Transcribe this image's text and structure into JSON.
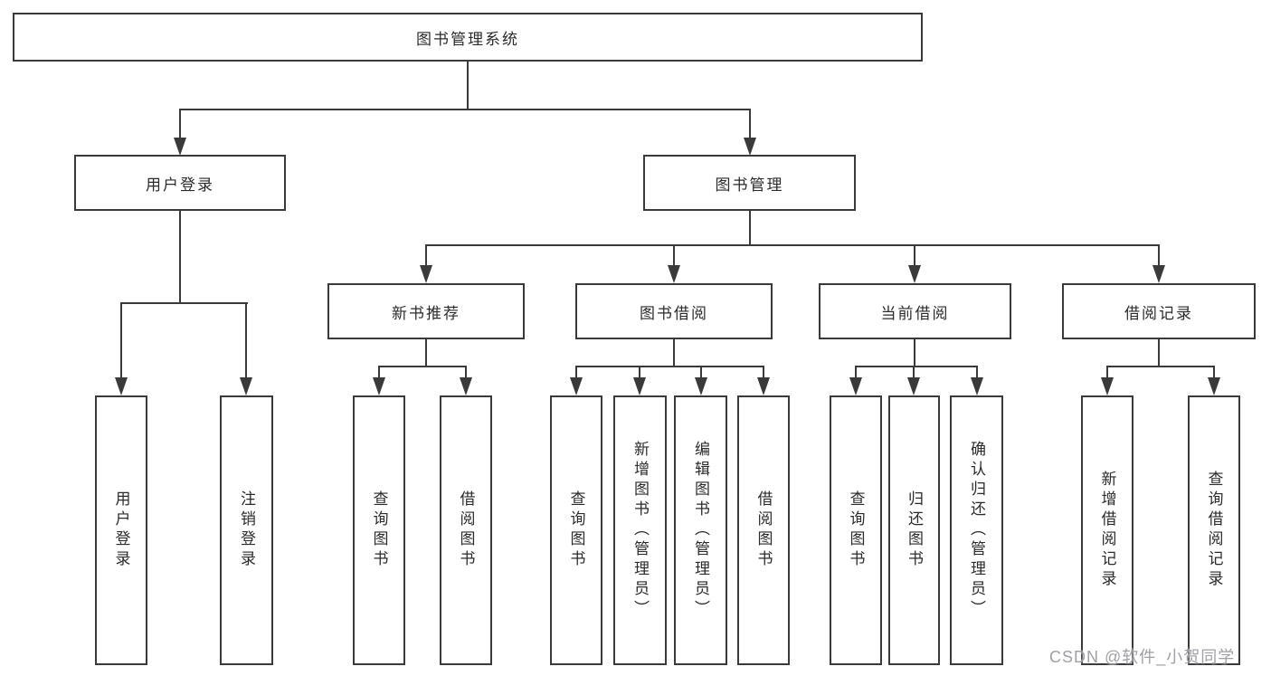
{
  "diagram": {
    "root": "图书管理系统",
    "children": [
      {
        "label": "用户登录",
        "children": [
          "用户登录",
          "注销登录"
        ]
      },
      {
        "label": "图书管理",
        "children": [
          {
            "label": "新书推荐",
            "children": [
              "查询图书",
              "借阅图书"
            ]
          },
          {
            "label": "图书借阅",
            "children": [
              "查询图书",
              "新增图书（管理员）",
              "编辑图书（管理员）",
              "借阅图书"
            ]
          },
          {
            "label": "当前借阅",
            "children": [
              "查询图书",
              "归还图书",
              "确认归还（管理员）"
            ]
          },
          {
            "label": "借阅记录",
            "children": [
              "新增借阅记录",
              "查询借阅记录"
            ]
          }
        ]
      }
    ]
  },
  "watermark": "CSDN @软件_小贺同学",
  "colors": {
    "line": "#3a3a3a",
    "text": "#2b2b2b",
    "background": "#ffffff",
    "watermark": "#94969b"
  }
}
